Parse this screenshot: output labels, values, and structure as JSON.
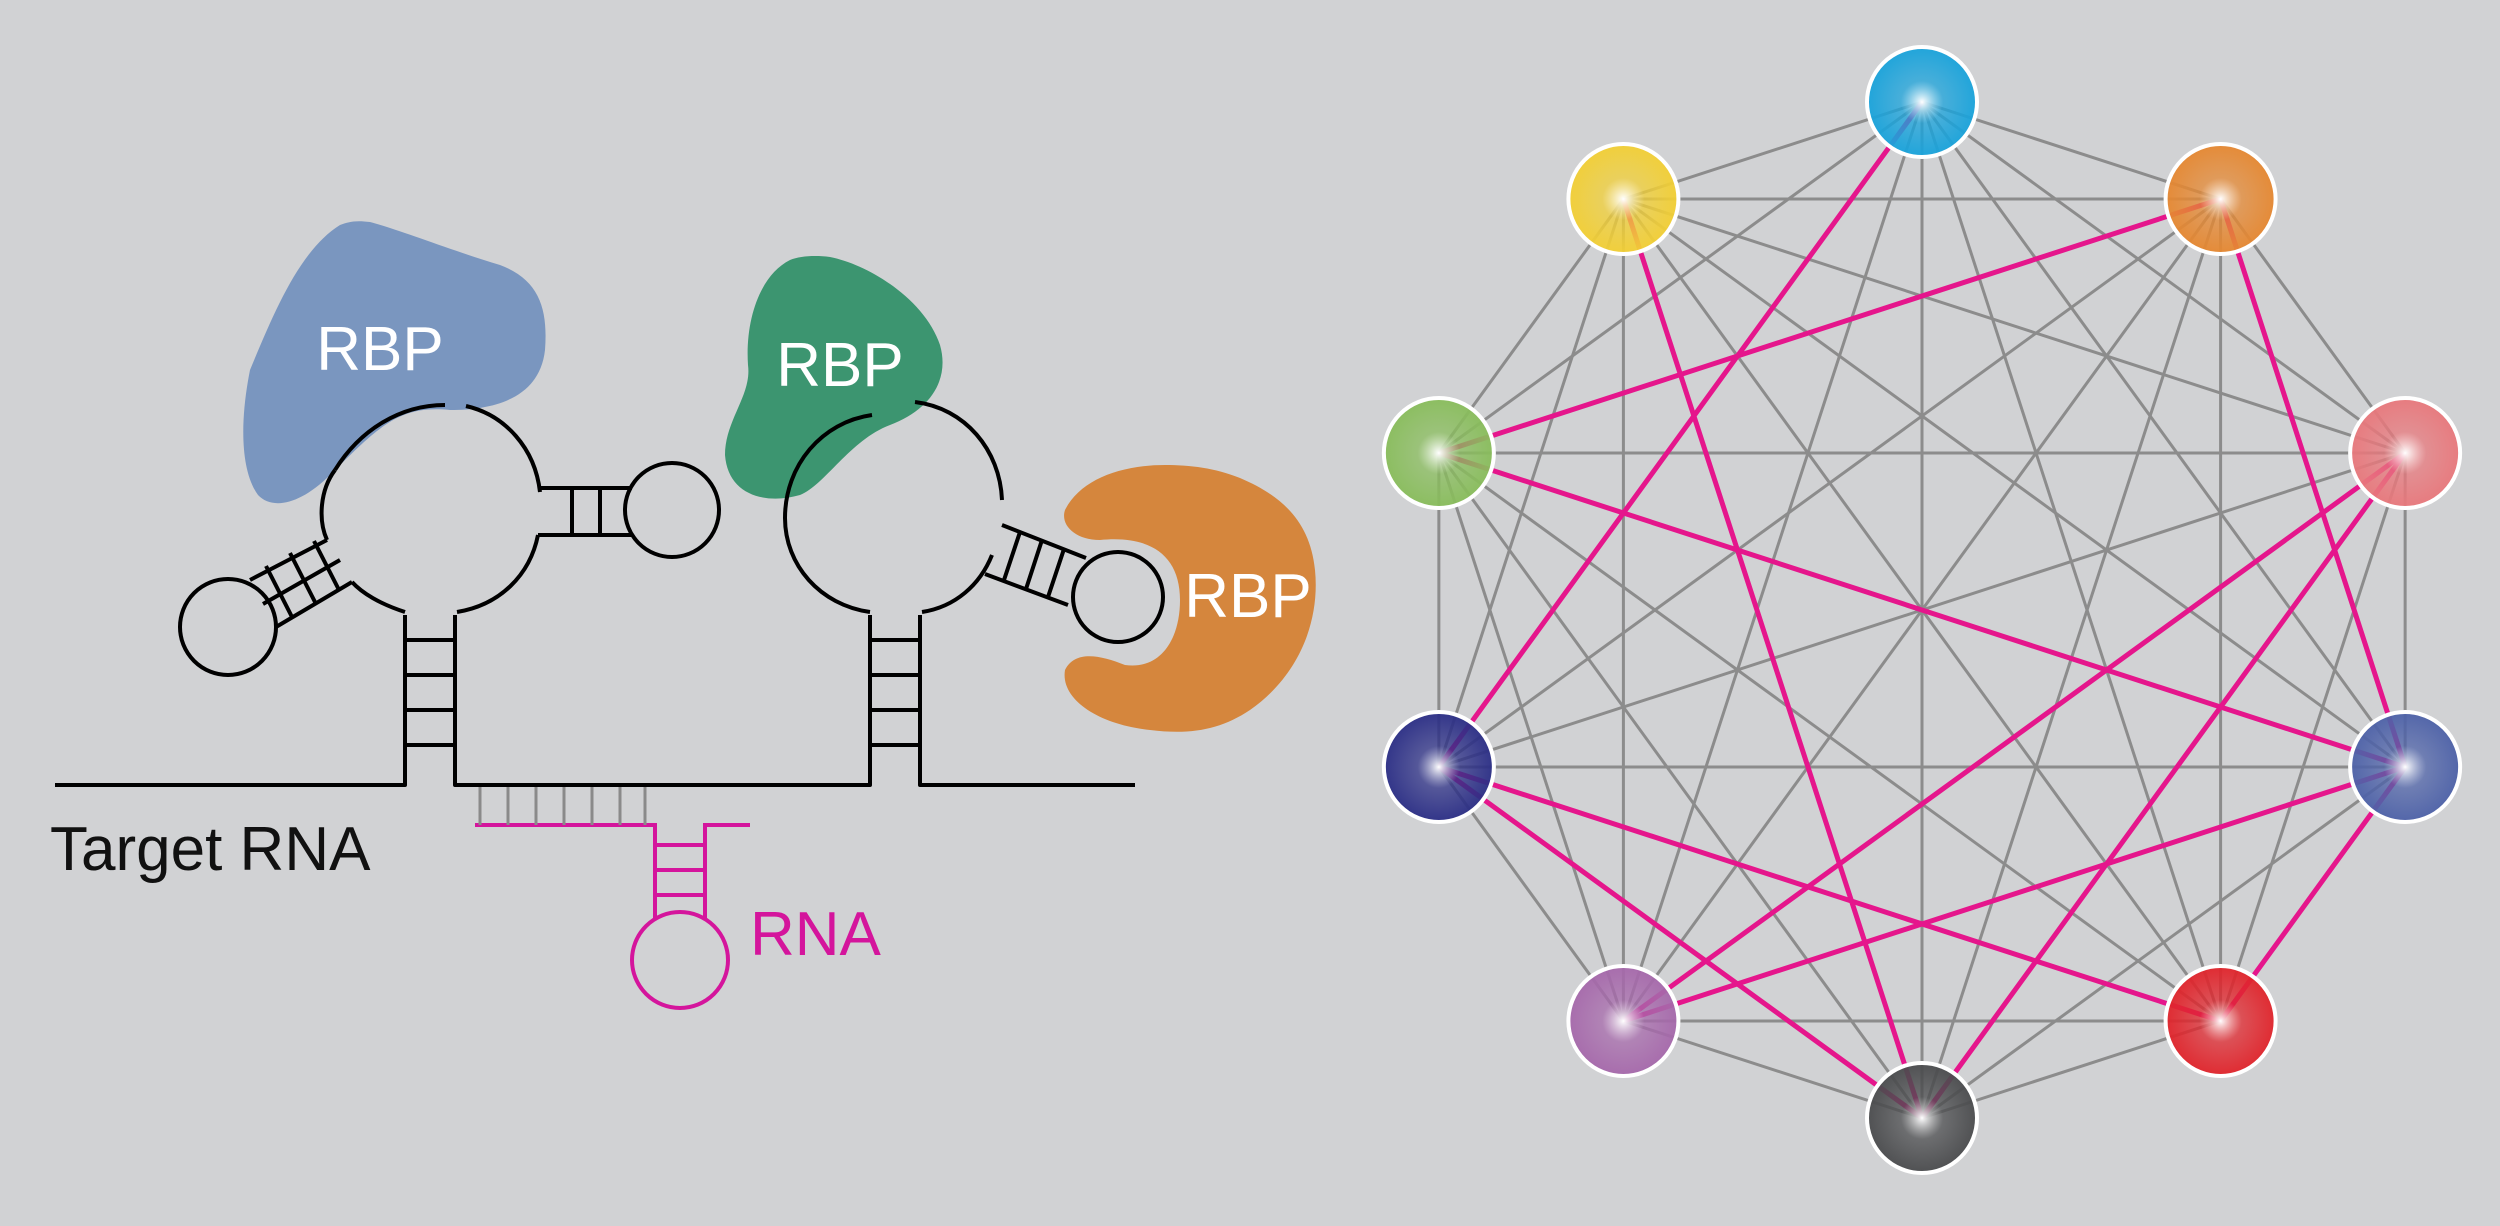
{
  "colors": {
    "background": "#d1d2d4",
    "structure": "#000000",
    "rna": "#d4159c",
    "edge_gray": "#8c8c8c",
    "edge_highlight": "#e5168c",
    "rbp_blue": "#7a96bf",
    "rbp_green": "#3c9570",
    "rbp_orange": "#d5863d"
  },
  "labels": {
    "rbp_1": "RBP",
    "rbp_2": "RBP",
    "rbp_3": "RBP",
    "target_rna": "Target RNA",
    "small_rna": "RNA"
  },
  "network": {
    "nodes": [
      {
        "color": "#1aa3db"
      },
      {
        "color": "#e58832"
      },
      {
        "color": "#e8787c"
      },
      {
        "color": "#4e62a8"
      },
      {
        "color": "#e0252c"
      },
      {
        "color": "#4b4c4e"
      },
      {
        "color": "#a669ab"
      },
      {
        "color": "#2c2f86"
      },
      {
        "color": "#89bd5c"
      },
      {
        "color": "#f2cf35"
      }
    ],
    "highlighted_edges": [
      [
        0,
        7
      ],
      [
        1,
        8
      ],
      [
        9,
        5
      ],
      [
        8,
        3
      ],
      [
        7,
        4
      ],
      [
        7,
        5
      ],
      [
        2,
        5
      ],
      [
        2,
        6
      ],
      [
        1,
        3
      ],
      [
        3,
        6
      ],
      [
        3,
        4
      ]
    ]
  }
}
